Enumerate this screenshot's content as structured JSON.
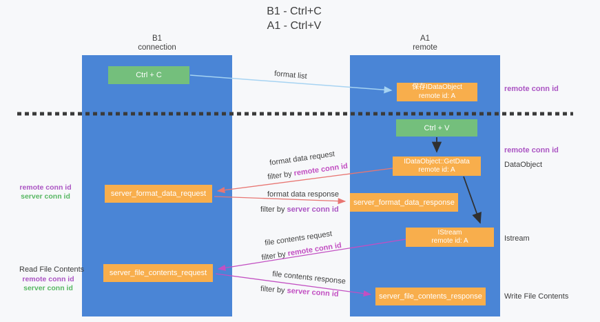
{
  "title": {
    "line1": "B1 - Ctrl+C",
    "line2": "A1 - Ctrl+V"
  },
  "lanes": {
    "left": {
      "name": "B1",
      "role": "connection"
    },
    "right": {
      "name": "A1",
      "role": "remote"
    }
  },
  "nodes": {
    "ctrl_c": {
      "label": "Ctrl + C"
    },
    "save_idataobject": {
      "line1": "保存IDataObject",
      "line2": "remote id: A"
    },
    "ctrl_v": {
      "label": "Ctrl + V"
    },
    "getdata": {
      "line1": "IDataObject::GetData",
      "line2": "remote id: A"
    },
    "server_format_data_request": {
      "label": "server_format_data_request"
    },
    "server_format_data_response": {
      "label": "server_format_data_response"
    },
    "istream": {
      "line1": "IStream",
      "line2": "remote id: A"
    },
    "server_file_contents_request": {
      "label": "server_file_contents_request"
    },
    "server_file_contents_response": {
      "label": "server_file_contents_response"
    }
  },
  "edge_labels": {
    "format_list": "format list",
    "format_request": "format data request",
    "format_response": "format data response",
    "file_request": "file contents request",
    "file_response": "file contents response",
    "filter_by": "filter by ",
    "remote_conn_id": "remote conn id",
    "server_conn_id": "server conn id"
  },
  "side_labels": {
    "remote_conn_id": "remote conn id",
    "server_conn_id": "server conn id",
    "dataobject": "DataObject",
    "istream": "Istream",
    "read_file_contents": "Read File Contents",
    "write_file_contents": "Write File Contents"
  },
  "colors": {
    "background": "#f7f8fa",
    "lane_blue": "#4a85d6",
    "node_orange": "#f8ae4c",
    "node_green": "#74bf7c",
    "arrow_light_blue": "#a6d3f2",
    "arrow_salmon": "#e87672",
    "arrow_magenta": "#c24fc2",
    "arrow_black": "#303030",
    "text_purple": "#ab55c3",
    "text_green": "#58b763",
    "text_magenta": "#c24fc2",
    "text_dark": "#3b3b3b"
  }
}
